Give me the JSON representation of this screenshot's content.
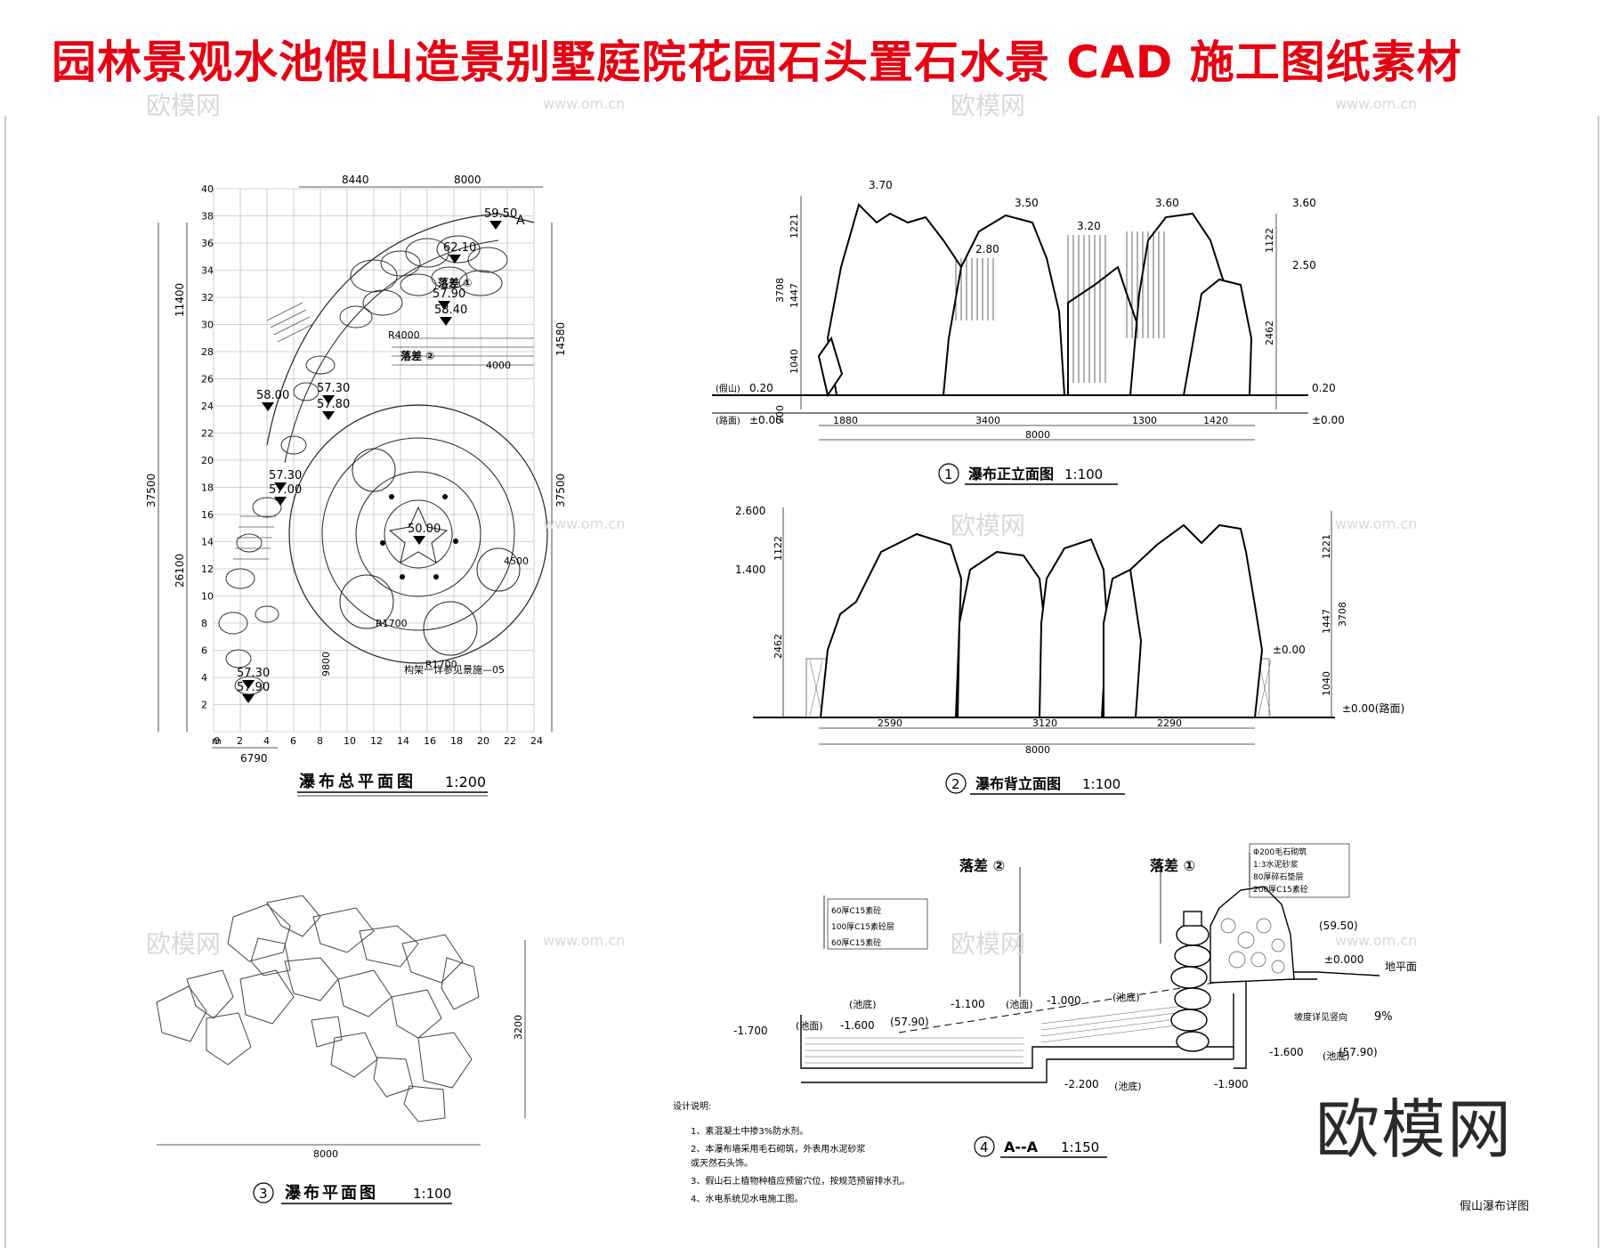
{
  "banner": {
    "title": "园林景观水池假山造景别墅庭院花园石头置石水景 CAD 施工图纸素材",
    "color": "#e60012"
  },
  "watermarks": {
    "logo": "欧模网",
    "url": "www.om.cn",
    "big": "欧模网"
  },
  "sheet_caption": "假山瀑布详图",
  "plan": {
    "title": "瀑布总平面图",
    "scale": "1:200",
    "y_ticks": [
      "2",
      "4",
      "6",
      "8",
      "10",
      "12",
      "14",
      "16",
      "18",
      "20",
      "22",
      "24",
      "26",
      "28",
      "30",
      "32",
      "34",
      "36",
      "38",
      "40"
    ],
    "x_ticks": [
      "0",
      "2",
      "4",
      "6",
      "8",
      "10",
      "12",
      "14",
      "16",
      "18",
      "20",
      "22",
      "24"
    ],
    "x_unit": "m",
    "dim_top": [
      "8440",
      "8000"
    ],
    "dim_left": [
      "11400",
      "37500",
      "26100"
    ],
    "dim_right": [
      "14580",
      "37500"
    ],
    "dim_bottom": "6790",
    "elev": [
      "59.50",
      "62.10",
      "57.90",
      "58.40",
      "58.00",
      "57.30",
      "57.80",
      "57.30",
      "57.00",
      "50.00",
      "57.30",
      "57.90"
    ],
    "labels": [
      "落差 ①",
      "落差 ②",
      "R4000",
      "4000",
      "R1700",
      "R1700",
      "9800",
      "4500"
    ],
    "note": "构架一详参见景施—05",
    "section_mark": "A"
  },
  "front": {
    "num": "1",
    "title": "瀑布正立面图",
    "scale": "1:100",
    "heights": [
      "3.70",
      "3.50",
      "3.20",
      "3.60",
      "2.80",
      "3.60",
      "2.50"
    ],
    "level_left": "0.20",
    "level_left2": "±0.00",
    "level_right": "0.20",
    "level_right2": "±0.00",
    "side_left": [
      "1221",
      "3708",
      "1447",
      "1040",
      "200"
    ],
    "side_right": [
      "1122",
      "2462"
    ],
    "dims": [
      "1880",
      "3400",
      "1300",
      "1420"
    ],
    "total": "8000",
    "tag1": "(假山)",
    "tag2": "(路面)"
  },
  "back": {
    "num": "2",
    "title": "瀑布背立面图",
    "scale": "1:100",
    "levels": [
      "2.600",
      "1.400"
    ],
    "side_left": [
      "1122",
      "2462"
    ],
    "side_right": [
      "1221",
      "1447",
      "3708",
      "1040"
    ],
    "dims": [
      "2590",
      "3120",
      "2290"
    ],
    "total": "8000",
    "lv_right1": "±0.00",
    "lv_right2": "±0.00(路面)"
  },
  "stoneplan": {
    "num": "3",
    "title": "瀑布平面图",
    "scale": "1:100",
    "dim_w": "8000",
    "dim_h": "3200"
  },
  "section": {
    "num": "4",
    "title": "A--A",
    "scale": "1:150",
    "drop2": "落差 ②",
    "drop1": "落差 ①",
    "layers_left": [
      "60厚C15素砼",
      "100厚C15素砼层",
      "60厚C15素砼"
    ],
    "layers_right": [
      "Φ200毛石砌筑",
      "1:3水泥砂浆",
      "80厚碎石垫层",
      "200厚C15素砼"
    ],
    "elev": [
      "(59.50)",
      "±0.000",
      "-1.700",
      "-1.600",
      "(57.90)",
      "-1.100",
      "-1.000",
      "-2.200",
      "-1.900",
      "-1.600",
      "(57.90)"
    ],
    "tags": [
      "(池底)",
      "(池面)",
      "(池底)",
      "(池底)",
      "(池面)",
      "(池底)"
    ],
    "ground": "地平面",
    "slope": "9%",
    "slope_note": "坡度详见竖向"
  },
  "notes": {
    "title": "设计说明:",
    "items": [
      "1、素混凝土中掺3%防水剂。",
      "2、本瀑布墙采用毛石砌筑，外表用水泥砂浆",
      "   或天然石头饰。",
      "3、假山石上植物种植应预留穴位，按规范预留排水孔。",
      "4、水电系统见水电施工图。"
    ]
  }
}
